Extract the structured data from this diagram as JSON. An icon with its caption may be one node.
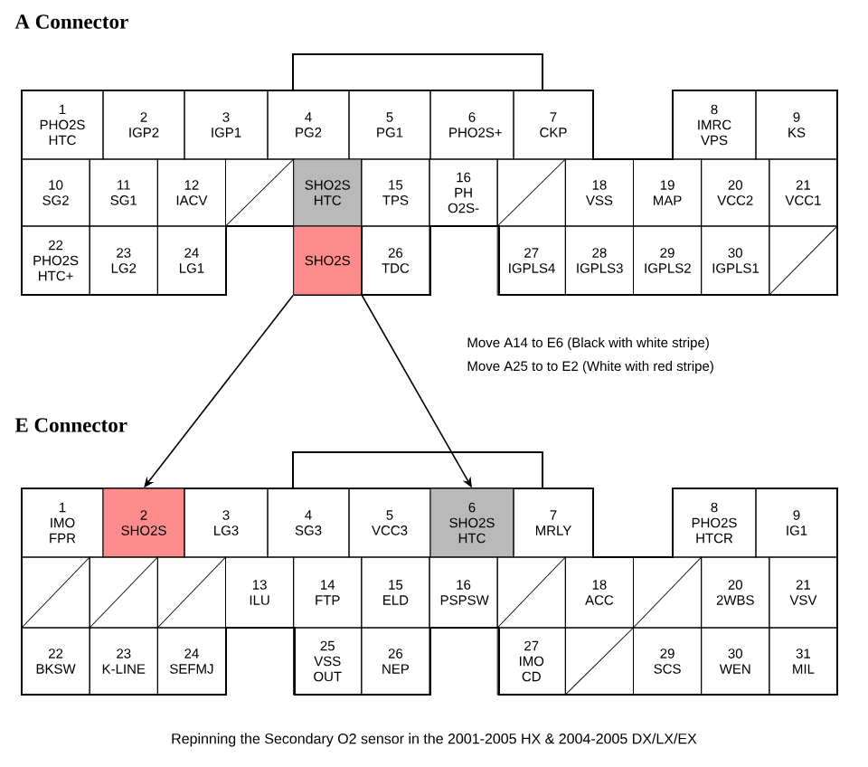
{
  "diagram": {
    "caption": "Repinning the Secondary O2 sensor in the 2001-2005 HX & 2004-2005 DX/LX/EX",
    "nodes": [
      {
        "text": [
          "1",
          "PHO2S HTC"
        ]
      },
      {
        "text": [
          "2",
          "IGP2"
        ]
      },
      {
        "text": [
          "3",
          "IGP1"
        ]
      },
      {
        "text": [
          "4",
          "PG2"
        ]
      },
      {
        "text": [
          "5",
          "PG1"
        ]
      },
      {
        "text": [
          "6",
          "PHO2S+"
        ]
      },
      {
        "text": [
          "7",
          "CKP"
        ]
      },
      {
        "text": [
          "8",
          "IMRC VPS"
        ]
      },
      {
        "text": [
          "9",
          "KS"
        ]
      },
      {
        "text": [
          "10",
          "SG2"
        ]
      },
      {
        "text": [
          "11",
          "SG1"
        ]
      },
      {
        "text": [
          "12",
          "IACV"
        ]
      },
      {
        "text": [],
        "shape": "box"
      },
      {
        "text": [
          "SHO2S HTC"
        ]
      },
      {
        "text": [
          "15",
          "TPS"
        ]
      },
      {
        "text": [
          "16",
          "PH O2S-"
        ]
      },
      {
        "text": [],
        "shape": "box"
      },
      {
        "text": [
          "18",
          "VSS"
        ]
      },
      {
        "text": [
          "19",
          "MAP"
        ]
      },
      {
        "text": [
          "20",
          "VCC2"
        ]
      },
      {
        "text": [
          "21",
          "VCC1"
        ]
      },
      {
        "text": [
          "22",
          "PHO2S HTC+"
        ]
      },
      {
        "text": [
          "23",
          "LG2"
        ]
      },
      {
        "text": [
          "24",
          "LG1"
        ]
      },
      {
        "text": [
          "SHO2S"
        ]
      },
      {
        "text": [
          "26",
          "TDC"
        ]
      },
      {
        "text": [
          "27",
          "IGPLS4"
        ]
      },
      {
        "text": [
          "28",
          "IGPLS3"
        ]
      },
      {
        "text": [
          "29",
          "IGPLS2"
        ]
      },
      {
        "text": [
          "30",
          "IGPLS1"
        ]
      },
      {
        "text": [],
        "shape": "box"
      },
      {
        "text": [
          "1",
          "IMO FPR"
        ]
      },
      {
        "text": [
          "2",
          "SHO2S"
        ]
      },
      {
        "text": [
          "3",
          "LG3"
        ]
      },
      {
        "text": [
          "4",
          "SG3"
        ]
      },
      {
        "text": [
          "5",
          "VCC3"
        ]
      },
      {
        "text": [
          "6",
          "SHO2S HTC"
        ]
      },
      {
        "text": [
          "7",
          "MRLY"
        ]
      },
      {
        "text": [
          "8",
          "PHO2S HTCR"
        ]
      },
      {
        "text": [
          "9",
          "IG1"
        ]
      },
      {
        "text": [],
        "shape": "box"
      },
      {
        "text": [],
        "shape": "box"
      },
      {
        "text": [],
        "shape": "box"
      },
      {
        "text": [
          "13",
          "ILU"
        ]
      },
      {
        "text": [
          "14",
          "FTP"
        ]
      },
      {
        "text": [
          "15",
          "ELD"
        ]
      },
      {
        "text": [
          "16",
          "PSPSW"
        ]
      },
      {
        "text": [],
        "shape": "box"
      },
      {
        "text": [
          "18",
          "ACC"
        ]
      },
      {
        "text": [],
        "shape": "box"
      },
      {
        "text": [
          "20",
          "2WBS"
        ]
      },
      {
        "text": [
          "21",
          "VSV"
        ]
      },
      {
        "text": [
          "22",
          "BKSW"
        ]
      },
      {
        "text": [
          "23",
          "K-LINE"
        ]
      },
      {
        "text": [
          "24",
          "SEFMJ"
        ]
      },
      {
        "text": [
          "25",
          "VSS OUT"
        ]
      },
      {
        "text": [
          "26",
          "NEP"
        ]
      },
      {
        "text": [
          "27",
          "IMO CD"
        ]
      },
      {
        "text": [],
        "shape": "box"
      },
      {
        "text": [
          "29",
          "SCS"
        ]
      },
      {
        "text": [
          "30",
          "WEN"
        ]
      },
      {
        "text": [
          "31",
          "MIL"
        ]
      }
    ],
    "edges": [
      {
        "from": 13,
        "to": 36,
        "arrow": "to"
      },
      {
        "from": 24,
        "to": 32,
        "arrow": "to"
      }
    ],
    "labels": [
      "A Connector",
      "Move A14 to E6 (Black with white stripe)",
      "Move A25 to to E2 (White with red stripe)",
      "E Connector"
    ]
  }
}
